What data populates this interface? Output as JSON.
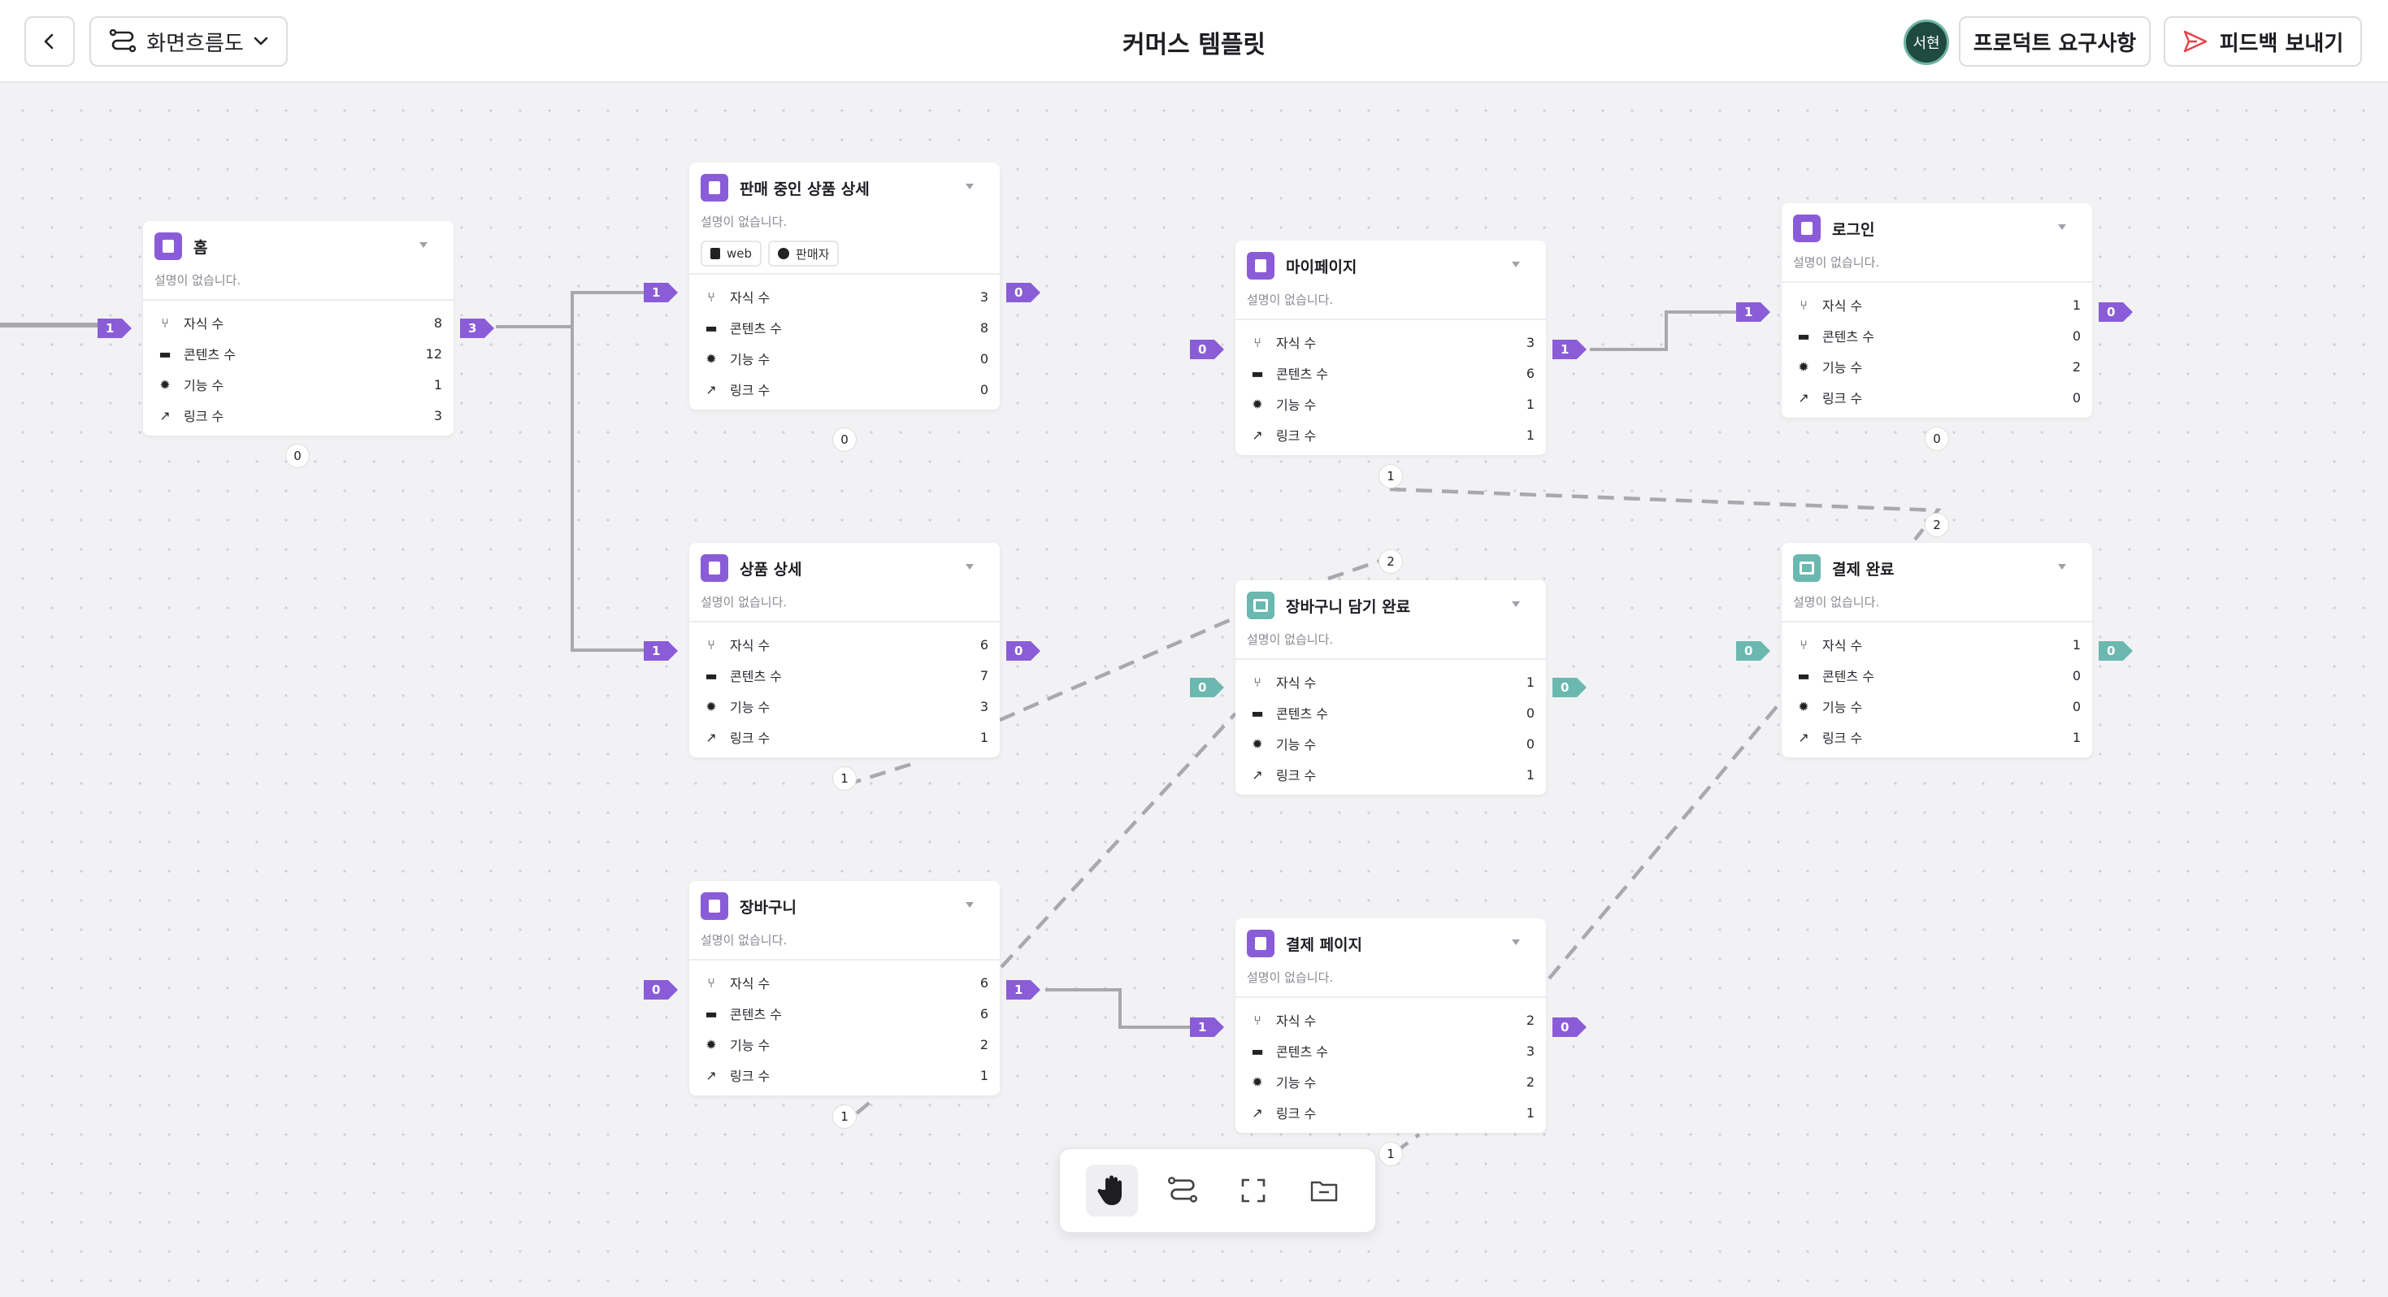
{
  "header": {
    "flow_label": "화면흐름도",
    "title": "커머스 템플릿",
    "avatar_label": "서현",
    "requirements_label": "프로덕트 요구사항",
    "feedback_label": "피드백 보내기"
  },
  "stat_labels": {
    "children": "자식 수",
    "contents": "콘텐츠 수",
    "features": "기능 수",
    "links": "링크 수"
  },
  "nodes": {
    "home": {
      "title": "홈",
      "desc": "설명이 없습니다.",
      "children": "8",
      "contents": "12",
      "features": "1",
      "links": "3",
      "in": "1",
      "out": "3",
      "bottom": "0"
    },
    "selling": {
      "title": "판매 중인 상품 상세",
      "desc": "설명이 없습니다.",
      "tags": [
        "web",
        "판매자"
      ],
      "children": "3",
      "contents": "8",
      "features": "0",
      "links": "0",
      "in": "1",
      "out": "0",
      "bottom": "0"
    },
    "product": {
      "title": "상품 상세",
      "desc": "설명이 없습니다.",
      "children": "6",
      "contents": "7",
      "features": "3",
      "links": "1",
      "in": "1",
      "out": "0",
      "bottom": "1"
    },
    "cart": {
      "title": "장바구니",
      "desc": "설명이 없습니다.",
      "children": "6",
      "contents": "6",
      "features": "2",
      "links": "1",
      "in": "0",
      "out": "1",
      "bottom": "1"
    },
    "mypage": {
      "title": "마이페이지",
      "desc": "설명이 없습니다.",
      "children": "3",
      "contents": "6",
      "features": "1",
      "links": "1",
      "in": "0",
      "out": "1",
      "bottom": "1"
    },
    "cartadded": {
      "title": "장바구니 담기 완료",
      "desc": "설명이 없습니다.",
      "children": "1",
      "contents": "0",
      "features": "0",
      "links": "1",
      "in": "0",
      "out": "0",
      "top": "2"
    },
    "checkout": {
      "title": "결제 페이지",
      "desc": "설명이 없습니다.",
      "children": "2",
      "contents": "3",
      "features": "2",
      "links": "1",
      "in": "1",
      "out": "0",
      "bottom": "1"
    },
    "login": {
      "title": "로그인",
      "desc": "설명이 없습니다.",
      "children": "1",
      "contents": "0",
      "features": "2",
      "links": "0",
      "in": "1",
      "out": "0",
      "bottom": "0"
    },
    "paydone": {
      "title": "결제 완료",
      "desc": "설명이 없습니다.",
      "children": "1",
      "contents": "0",
      "features": "0",
      "links": "1",
      "in": "0",
      "out": "0",
      "top": "2"
    }
  },
  "toolbar": {
    "tools": [
      "hand-tool",
      "flow-tool",
      "fit-view-tool",
      "folder-tool"
    ]
  },
  "colors": {
    "accent": "#8b5cd8",
    "teal": "#6ab8b0",
    "edge": "#a8a8ae"
  }
}
